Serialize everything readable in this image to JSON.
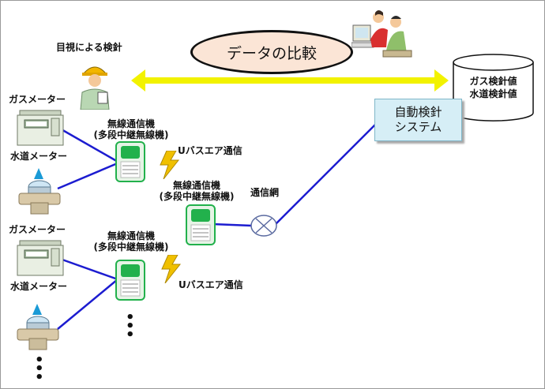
{
  "labels": {
    "visual_inspection": "目視による検針",
    "data_compare": "データの比較",
    "gas_meter": "ガスメーター",
    "water_meter": "水道メーター",
    "wireless_1": "無線通信機",
    "wireless_2": "(多段中継無線機)",
    "ubus": "Uバスエア通信",
    "network": "通信網",
    "auto_system_1": "自動検針",
    "auto_system_2": "システム",
    "db_line_1": "ガス検針値",
    "db_line_2": "水道検針値"
  },
  "colors": {
    "link_line": "#1c1cd0",
    "compare_arrow": "#f2f200",
    "device_green": "#22b14c",
    "lightning": "#f0c000",
    "system_box": "#d6eef6",
    "compare_ellipse": "#fbe5d6"
  },
  "icons": [
    "worker-icon",
    "operators-at-pc-icon",
    "gas-meter-icon",
    "water-meter-icon",
    "wireless-device-icon",
    "lightning-icon",
    "network-node-icon",
    "database-icon"
  ]
}
